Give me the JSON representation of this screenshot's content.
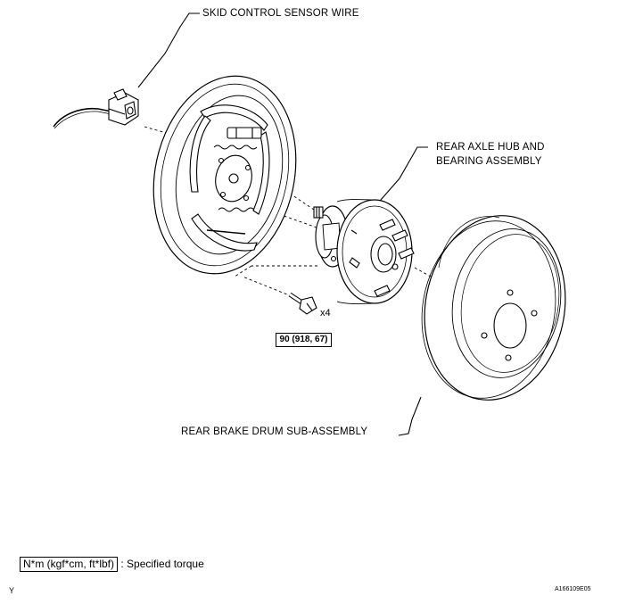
{
  "labels": {
    "sensor_wire": "SKID CONTROL SENSOR WIRE",
    "hub_line1": "REAR AXLE HUB AND",
    "hub_line2": "BEARING ASSEMBLY",
    "drum": "REAR BRAKE DRUM SUB-ASSEMBLY"
  },
  "torque": {
    "value": "90 (918, 67)",
    "quantity": "x4"
  },
  "legend": {
    "box": "N*m (kgf*cm, ft*lbf)",
    "text": ": Specified torque"
  },
  "footer": {
    "left": "Y",
    "right": "A166109E05"
  }
}
